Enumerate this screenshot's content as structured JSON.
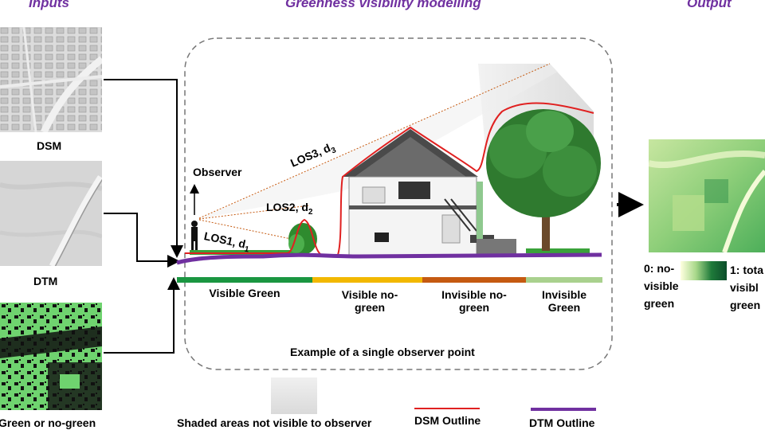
{
  "titles": {
    "inputs": "Inputs",
    "model": "Greenness visibility modelling",
    "output": "Output"
  },
  "inputs": {
    "dsm": "DSM",
    "dtm": "DTM",
    "green": "Green or no-green"
  },
  "scene": {
    "observer": "Observer",
    "los1": "LOS1, d",
    "los1_sub": "1",
    "los2": "LOS2, d",
    "los2_sub": "2",
    "los3": "LOS3, d",
    "los3_sub": "3",
    "caption": "Example of a single observer point"
  },
  "segments": [
    {
      "line1": "Visible Green",
      "line2": "",
      "color": "#1a9641"
    },
    {
      "line1": "Visible no-",
      "line2": "green",
      "color": "#f2b800"
    },
    {
      "line1": "Invisible no-",
      "line2": "green",
      "color": "#c55a11"
    },
    {
      "line1": "Invisible",
      "line2": "Green",
      "color": "#a9d18e"
    }
  ],
  "output": {
    "low_line1": "0: no-",
    "low_line2": "visible",
    "low_line3": "green",
    "high_line1": "1: tota",
    "high_line2": "visibl",
    "high_line3": "green"
  },
  "legend": {
    "shaded": "Shaded areas not visible to observer",
    "dsm": "DSM Outline",
    "dtm": "DTM Outline"
  },
  "colors": {
    "title": "#7030a0",
    "dsm_line": "#e02020",
    "dtm_line": "#7030a0"
  }
}
